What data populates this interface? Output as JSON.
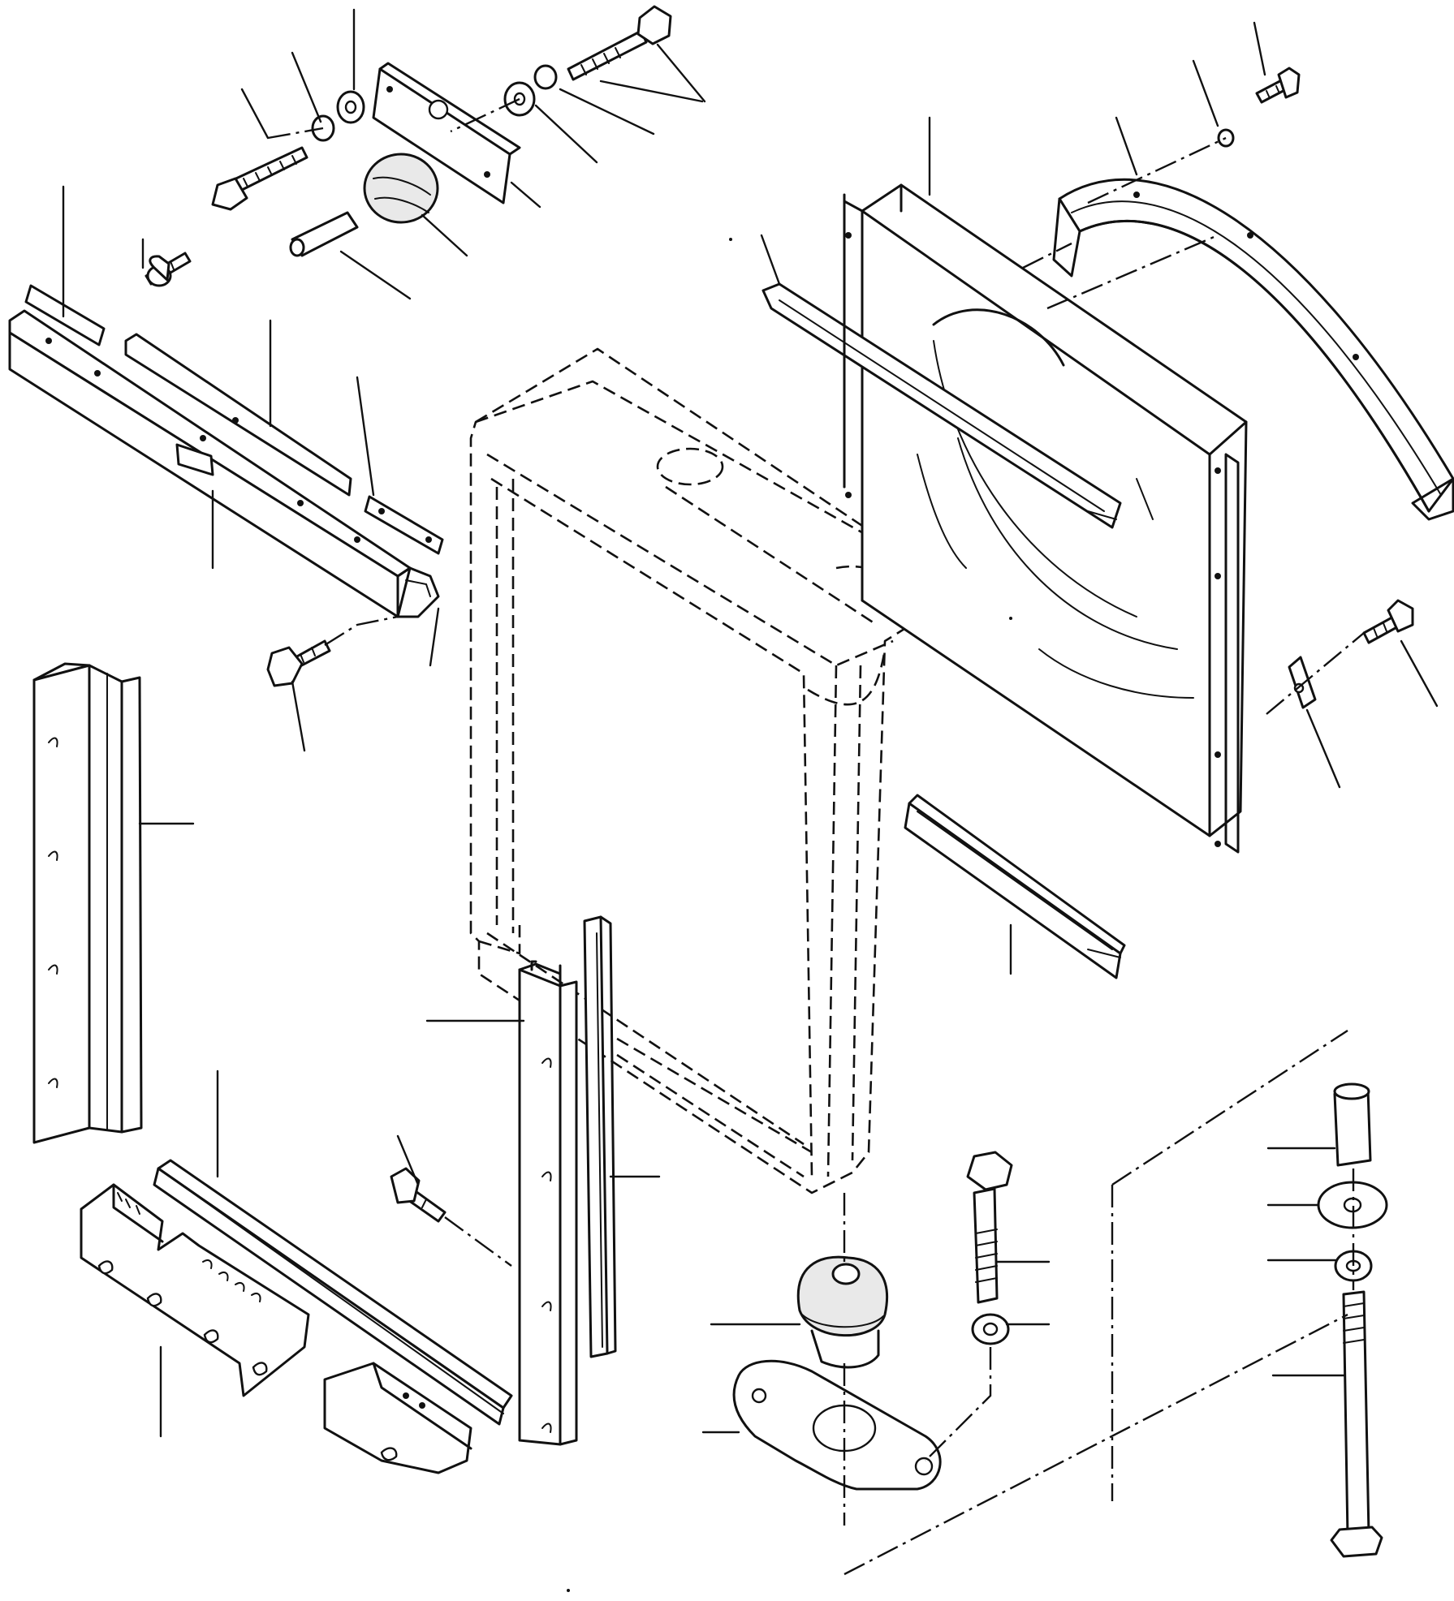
{
  "diagram": {
    "colors": {
      "ink": "#111111",
      "paper": "#ffffff",
      "shade": "#e9e9e9"
    },
    "parts": [
      {
        "id": "radiator-core-outline",
        "style": "dashed"
      },
      {
        "id": "fan-shroud"
      },
      {
        "id": "fan-guard-ring"
      },
      {
        "id": "upper-mount-bracket"
      },
      {
        "id": "upper-rubber-mount"
      },
      {
        "id": "upper-bar"
      },
      {
        "id": "left-side-channel"
      },
      {
        "id": "right-side-channel"
      },
      {
        "id": "vertical-strip"
      },
      {
        "id": "lower-base-bracket"
      },
      {
        "id": "lower-rubber-mount"
      },
      {
        "id": "mount-plate"
      },
      {
        "id": "long-bolt-stack"
      }
    ],
    "callout_count": 38
  }
}
